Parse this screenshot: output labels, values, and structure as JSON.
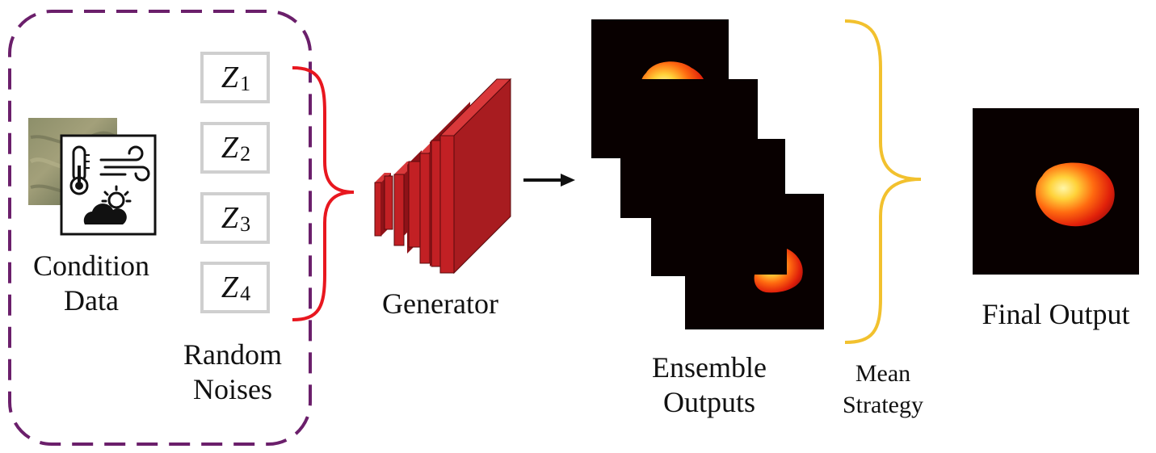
{
  "condition_label_line1": "Condition",
  "condition_label_line2": "Data",
  "noise_label_line1": "Random",
  "noise_label_line2": "Noises",
  "noises": [
    {
      "symbol": "Z",
      "index": "1"
    },
    {
      "symbol": "Z",
      "index": "2"
    },
    {
      "symbol": "Z",
      "index": "3"
    },
    {
      "symbol": "Z",
      "index": "4"
    }
  ],
  "generator_label": "Generator",
  "ensemble_label_line1": "Ensemble",
  "ensemble_label_line2": "Outputs",
  "mean_label_line1": "Mean",
  "mean_label_line2": "Strategy",
  "final_label": "Final Output",
  "colors": {
    "dashed_border": "#6b1f6b",
    "red_brace": "#e8171f",
    "yellow_brace": "#f2c12e",
    "layer_face": "#c22024",
    "layer_side": "#8f1218",
    "fire_background": "#080000"
  },
  "icons": [
    "satellite-image-icon",
    "thermometer-icon",
    "wind-icon",
    "sun-cloud-icon",
    "arrow-right-icon"
  ]
}
